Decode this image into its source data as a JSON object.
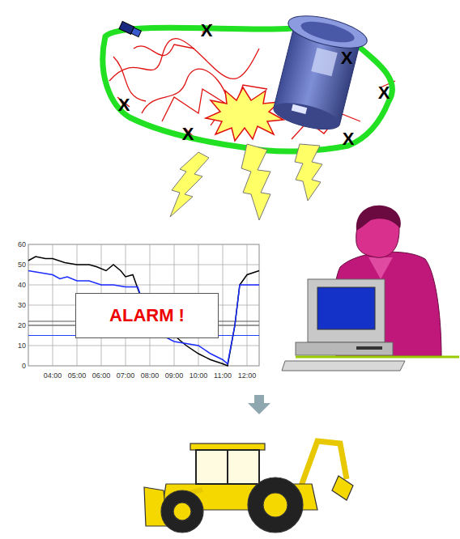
{
  "diagram": {
    "nodes": [
      {
        "text": [
          "ALARM !"
        ]
      }
    ],
    "labels": [
      "X",
      "X",
      "X",
      "X",
      "X",
      "X",
      "60",
      "50",
      "40",
      "30",
      "20",
      "10",
      "0",
      "04:00",
      "05:00",
      "06:00",
      "07:00",
      "08:00",
      "09:00",
      "10:00",
      "11:00",
      "12:00"
    ]
  }
}
